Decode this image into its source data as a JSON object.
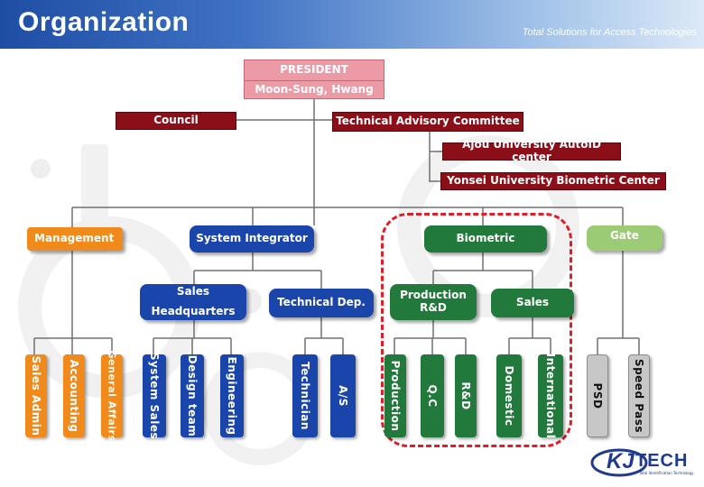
{
  "header": {
    "title": "Organization",
    "tagline": "Total Solutions for Access Technologies"
  },
  "org": {
    "president": "PRESIDENT",
    "president_name": "Moon-Sung, Hwang",
    "council": "Council",
    "technical_advisory_committee": "Technical Advisory Committee",
    "ajou": "Ajou University AutoID center",
    "yonsei": "Yonsei University Biometric Center",
    "management": "Management",
    "system_integrator": "System Integrator",
    "biometric": "Biometric",
    "gate": "Gate",
    "sales_hq_line1": "Sales",
    "sales_hq_line2": "Headquarters",
    "technical_dep": "Technical Dep.",
    "production_rd_line1": "Production",
    "production_rd_line2": "R&D",
    "biometric_sales": "Sales"
  },
  "leaves": [
    "Sales Admin",
    "Accounting",
    "General Affairs",
    "System Sales",
    "Design team",
    "Engineering",
    "Technician",
    "A/S",
    "Production",
    "Q.C",
    "R&D",
    "Domestic",
    "International",
    "PSD",
    "Speed Pass"
  ],
  "logo": {
    "brand_k": "KJ",
    "brand_tech": "TECH",
    "sub": "Total Identification Technology"
  },
  "colors": {
    "header_blue": "#1e4ea3",
    "dark_red": "#8a0f19",
    "pink": "#eb9aa6",
    "green": "#217a3b",
    "orange": "#f08a1b",
    "blue": "#1a45aa",
    "light_green": "#9ccb75",
    "gray": "#c7c7c7",
    "dashed_red": "#e11d2a"
  }
}
